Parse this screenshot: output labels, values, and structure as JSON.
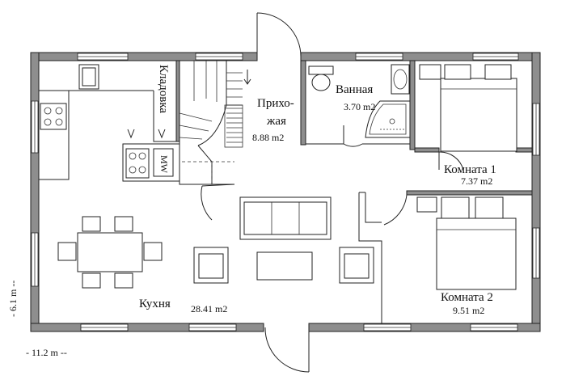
{
  "rooms": {
    "storage": {
      "name": "Кладовка"
    },
    "hall": {
      "name_line1": "Прихо-",
      "name_line2": "жая",
      "area": "8.88 m2"
    },
    "bath": {
      "name": "Ванная",
      "area": "3.70 m2"
    },
    "room1": {
      "name": "Комната 1",
      "area": "7.37 m2"
    },
    "room2": {
      "name": "Комната 2",
      "area": "9.51 m2"
    },
    "kitchen": {
      "name": "Кухня",
      "area": "28.41 m2"
    }
  },
  "appliance": {
    "mw_label": "MW"
  },
  "dimensions": {
    "width": "- 11.2 m --",
    "height": "- 6.1 m --"
  },
  "colors": {
    "wall": "#8e8e8e",
    "line": "#222222",
    "background": "#ffffff"
  }
}
